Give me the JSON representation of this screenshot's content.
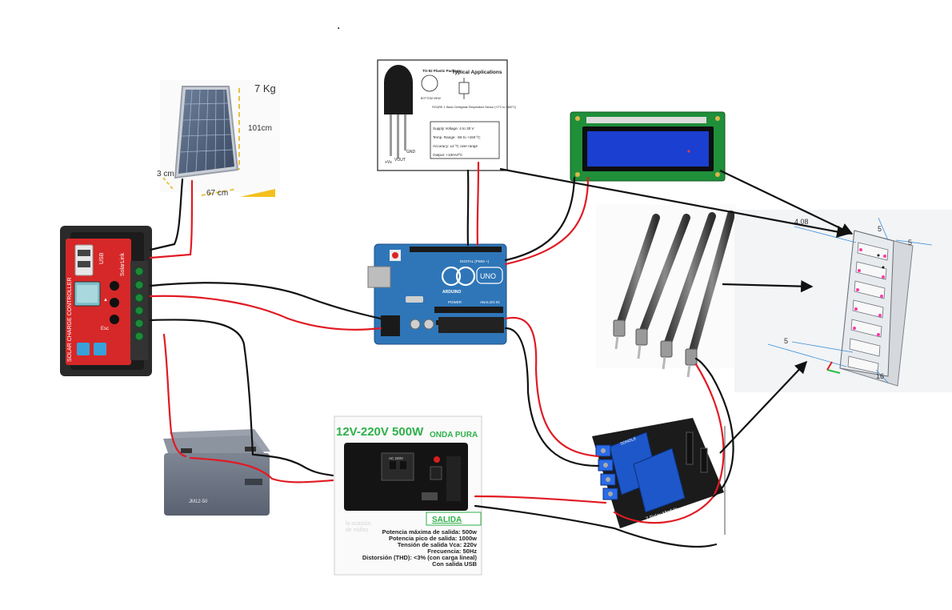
{
  "header": {
    "dot": "."
  },
  "solar_panel": {
    "weight": "7 Kg",
    "height": "101cm",
    "thickness": "3 cm",
    "width": "67 cm"
  },
  "charge_controller": {
    "title": "SOLAR CHARGE CONTROLLER",
    "usb_label": "USB",
    "brand": "SolarLink",
    "buttons": [
      "▲",
      "Esc"
    ]
  },
  "sensor_sheet": {
    "package_title": "TO-92 Plastic Package",
    "bottom_view": "BOTTOM VIEW",
    "applications_title": "Typical Applications",
    "pin_vs": "+Vs",
    "pin_vout": "VOUT",
    "pin_gnd": "GND",
    "caption": "FIGURE 1. Basic Centigrade Temperature Sensor (+2°C to +150°C)",
    "specs": [
      "Supply Voltage: 4 to 30 V",
      "Temp. Range: -55 to +150 ºC",
      "Accuracy: ±2 ºC over range",
      "Output: +10mV/ºC"
    ]
  },
  "arduino": {
    "logo": "ARDUINO",
    "model": "UNO",
    "digital_label": "DIGITAL (PWM ~)",
    "power_label": "POWER",
    "analog_label": "ANALOG IN"
  },
  "battery": {
    "model": "JM12-50"
  },
  "inverter": {
    "title": "12V-220V 500W",
    "subtitle": "ONDA PURA",
    "socket_label": "AC 220V",
    "section_title": "SALIDA",
    "watermark": [
      "la ocasión",
      "de núñez"
    ],
    "specs": [
      "Potencia máxima de salida: 500w",
      "Potencia pico de salida: 1000w",
      "Tensión de salida Vca: 220v",
      "Frecuencia: 50Hz",
      "Distorsión (THD): <3% (con carga lineal)",
      "Con salida USB"
    ]
  },
  "relay": {
    "label": "2 Relay Module",
    "relay_brand": "SONGLE"
  },
  "cad": {
    "dims": [
      "4.08",
      "5",
      "5",
      "5",
      "16"
    ]
  },
  "colors": {
    "wire_red": "#e01b24",
    "wire_black": "#111111",
    "arduino_blue": "#2f76b8",
    "controller_red": "#d62828",
    "lcd_green": "#1f8f3a",
    "lcd_blue": "#1b3fd1",
    "inverter_green": "#2fb04a",
    "relay_blue": "#1d57c9"
  }
}
